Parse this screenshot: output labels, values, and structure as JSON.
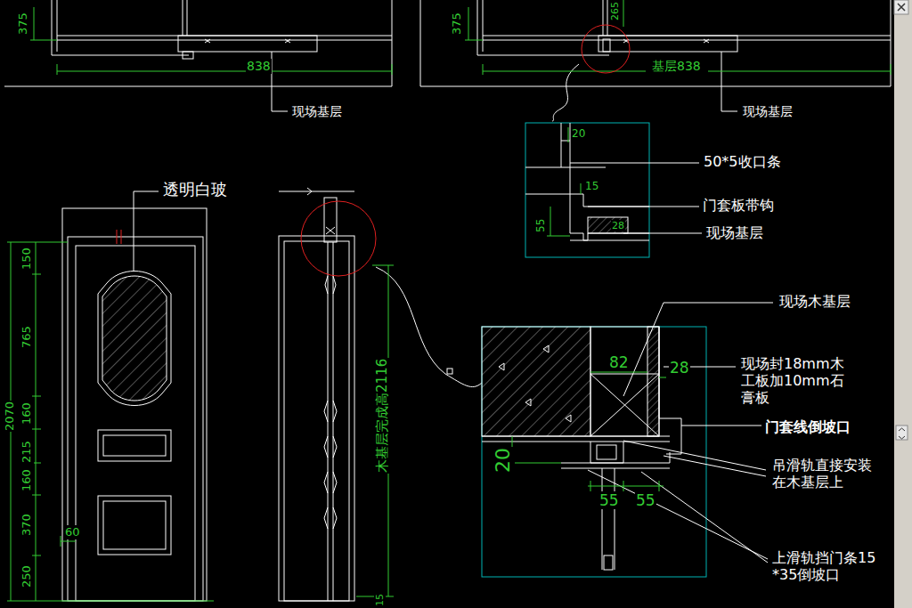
{
  "diagram": {
    "labels": [
      "375",
      "375",
      "265",
      "838",
      "基层838",
      "现场基层",
      "现场基层",
      "50*5收口条",
      "20",
      "15",
      "55",
      "28",
      "门套板带钩",
      "现场基层",
      "透明白玻",
      "150",
      "765",
      "160",
      "215",
      "160",
      "370",
      "250",
      "2070",
      "60",
      "木基层完成高2116",
      "15",
      "现场木基层",
      "82",
      "28",
      "现场封18mm木工板加10mm石膏板",
      "门套线倒坡口",
      "20",
      "吊滑轨直接安装在木基层上",
      "55",
      "55",
      "上滑轨挡门条15*35倒坡口"
    ]
  }
}
